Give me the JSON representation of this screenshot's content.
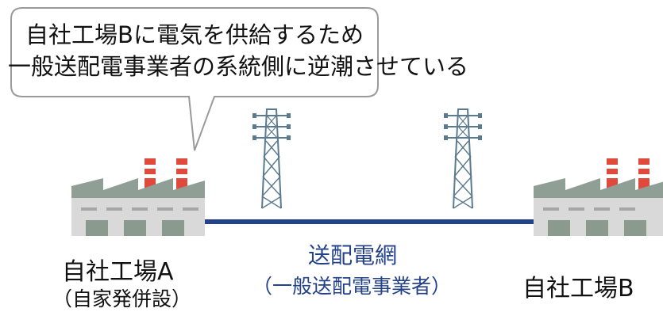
{
  "callout": {
    "line1": "自社工場Bに電気を供給するため",
    "line2": "一般送配電事業者の系統側に逆潮させている"
  },
  "factory_a": {
    "name": "自社工場A",
    "note": "（自家発併設）"
  },
  "factory_b": {
    "name": "自社工場B"
  },
  "grid": {
    "name": "送配電網",
    "operator": "（一般送配電事業者）"
  },
  "colors": {
    "grid_line": "#24428a",
    "grid_text": "#24428a",
    "factory_body": "#d9d9d9",
    "factory_roof": "#8f9f96",
    "chimney_red": "#e04a3c",
    "tower": "#5a7a8f",
    "bubble_border": "#9a9a9a"
  }
}
